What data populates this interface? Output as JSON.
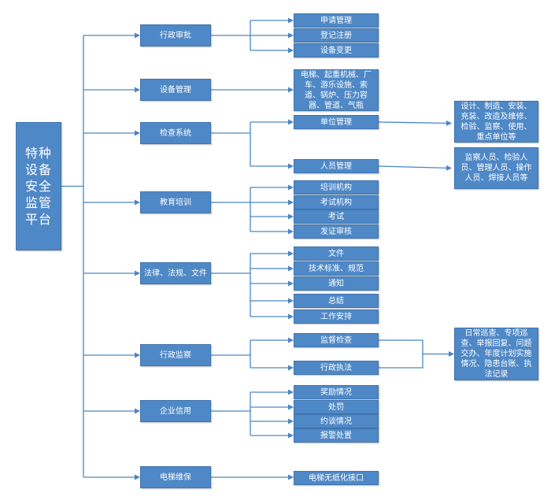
{
  "colors": {
    "box_fill": "#4f88c6",
    "box_border": "#3f74ae",
    "connector": "#4a86c5",
    "text": "#ffffff"
  },
  "root": {
    "label": "特种\n设备\n安全\n监管\n平台"
  },
  "modules": [
    {
      "label": "行政审批"
    },
    {
      "label": "设备管理"
    },
    {
      "label": "检查系统"
    },
    {
      "label": "教育培训"
    },
    {
      "label": "法律、法规、文件"
    },
    {
      "label": "行政监察"
    },
    {
      "label": "企业信用"
    },
    {
      "label": "电梯维保"
    }
  ],
  "subitems": [
    {
      "label": "申请管理"
    },
    {
      "label": "登记注册"
    },
    {
      "label": "设备变更"
    },
    {
      "label": "电梯、起重机械、厂\n车、游乐设施、索\n道、锅炉、压力容\n器、管道、气瓶"
    },
    {
      "label": "单位管理"
    },
    {
      "label": "人员管理"
    },
    {
      "label": "培训机构"
    },
    {
      "label": "考试机构"
    },
    {
      "label": "考试"
    },
    {
      "label": "发证审核"
    },
    {
      "label": "文件"
    },
    {
      "label": "技术标准、规范"
    },
    {
      "label": "通知"
    },
    {
      "label": "总结"
    },
    {
      "label": "工作安排"
    },
    {
      "label": "监督检查"
    },
    {
      "label": "行政执法"
    },
    {
      "label": "奖励情况"
    },
    {
      "label": "处罚"
    },
    {
      "label": "约谈情况"
    },
    {
      "label": "报警处置"
    },
    {
      "label": "电梯无纸化接口"
    }
  ],
  "details": [
    {
      "label": "设计、制造、安装、\n充装、改造及维修、\n检验、监察、使用、\n重点单位等"
    },
    {
      "label": "监察人员、检验人\n员、管理人员、操作\n人员、焊接人员等"
    },
    {
      "label": "日常巡查、专项巡\n查、举报回复、问题\n交办、年度计划实施\n情况、隐患台账、执\n法记录"
    }
  ]
}
